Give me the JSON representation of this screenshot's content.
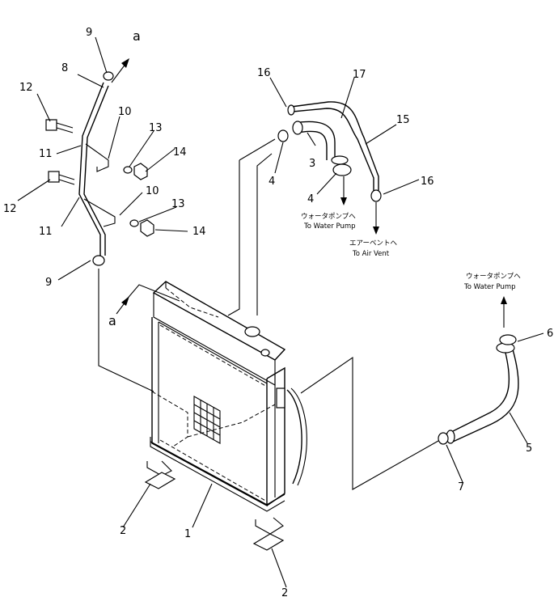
{
  "labels": {
    "n1": "1",
    "n2a": "2",
    "n2b": "2",
    "n3": "3",
    "n4a": "4",
    "n4b": "4",
    "n5": "5",
    "n6": "6",
    "n7": "7",
    "n8": "8",
    "n9a": "9",
    "n9b": "9",
    "n10a": "10",
    "n10b": "10",
    "n11a": "11",
    "n11b": "11",
    "n12a": "12",
    "n12b": "12",
    "n13a": "13",
    "n13b": "13",
    "n14a": "14",
    "n14b": "14",
    "n15": "15",
    "n16a": "16",
    "n16b": "16",
    "n17": "17",
    "a_top": "a",
    "a_left": "a"
  },
  "notes": {
    "to_pump_1_jp": "ウォータポンプへ",
    "to_pump_1_en": "To Water Pump",
    "to_vent_jp": "エアーベントへ",
    "to_vent_en": "To Air Vent",
    "to_pump_2_jp": "ウォータポンプへ",
    "to_pump_2_en": "To Water Pump"
  }
}
